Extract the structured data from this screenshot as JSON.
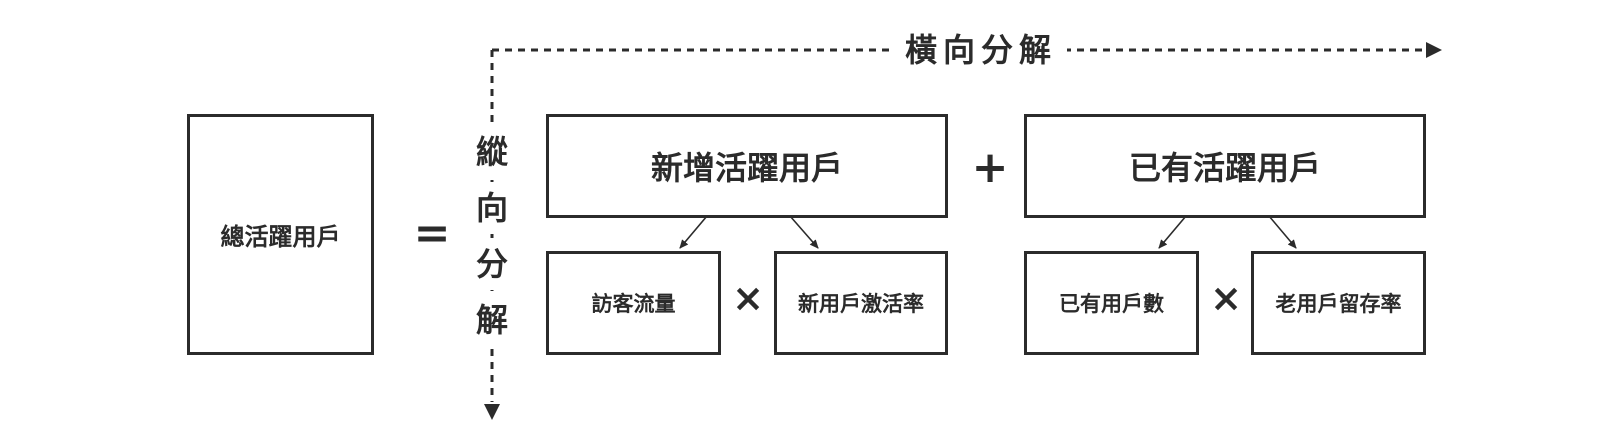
{
  "total": {
    "label": "總活躍用戶"
  },
  "equals_sign": "=",
  "horizontal_axis": {
    "label": "橫向分解"
  },
  "vertical_axis": {
    "label": "縱向分解"
  },
  "new_active": {
    "label": "新增活躍用戶",
    "factor_a": "訪客流量",
    "operator": "×",
    "factor_b": "新用戶激活率"
  },
  "plus_sign": "+",
  "existing_active": {
    "label": "已有活躍用戶",
    "factor_a": "已有用戶數",
    "operator": "×",
    "factor_b": "老用戶留存率"
  },
  "colors": {
    "stroke": "#2b2b2b",
    "background": "#ffffff"
  }
}
